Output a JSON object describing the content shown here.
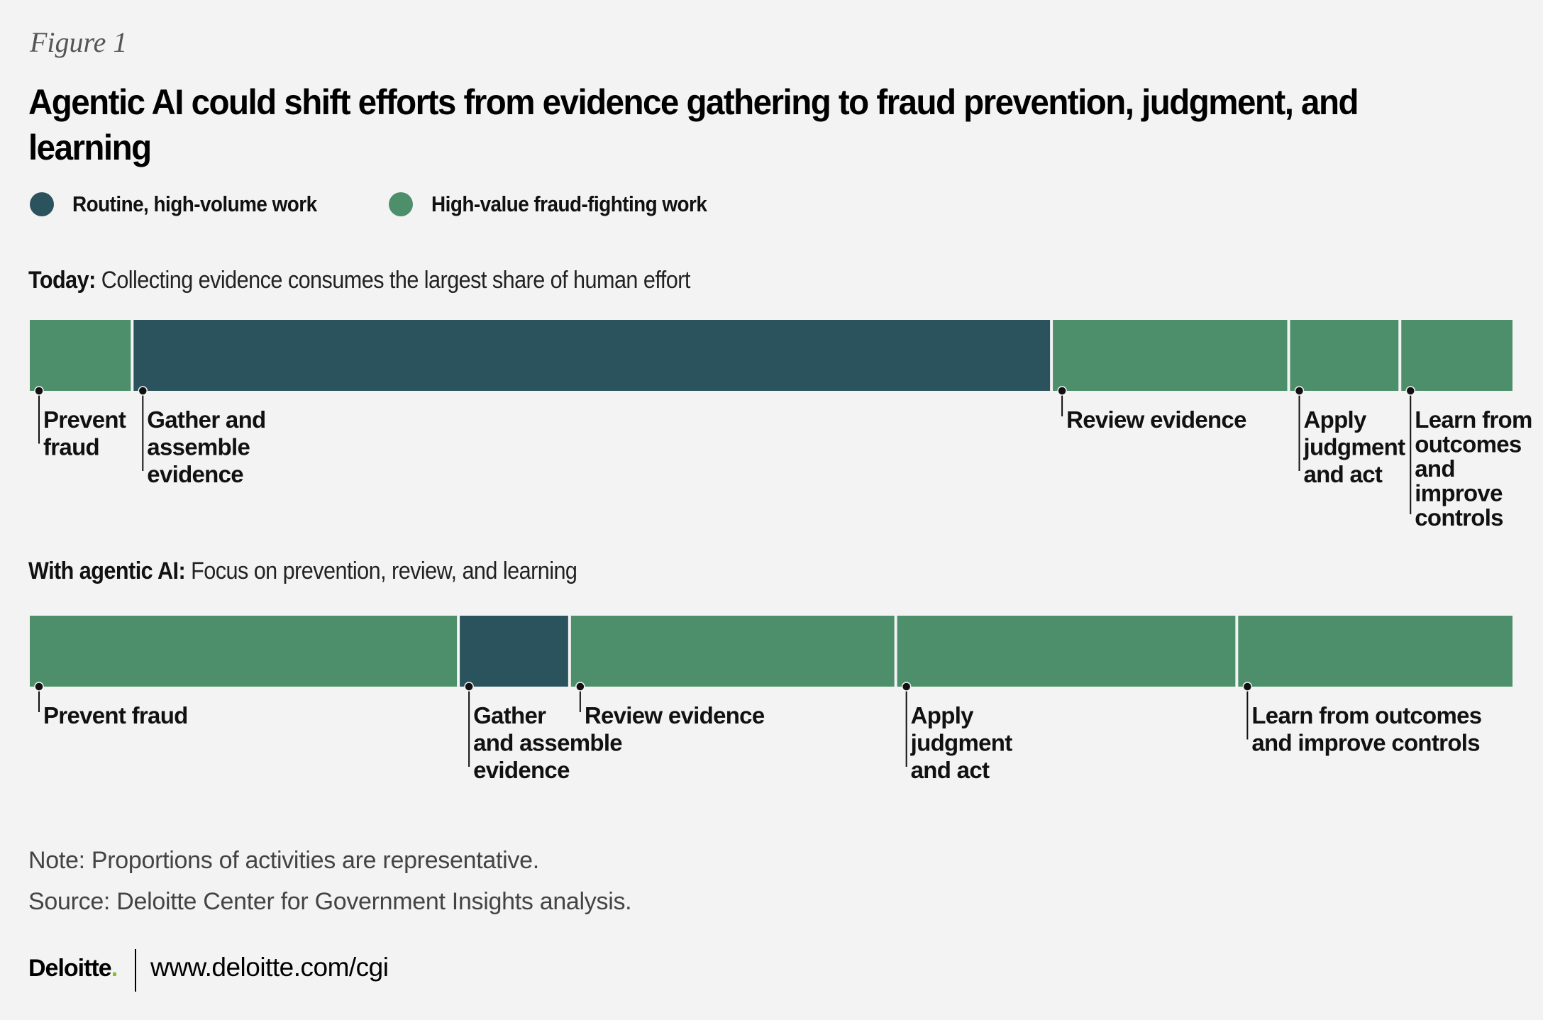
{
  "figure_label": "Figure 1",
  "colors": {
    "routine": "#2b535d",
    "high_value": "#4e8f6b",
    "background": "#f3f3f3"
  },
  "legend": [
    {
      "label": "Routine, high-volume work",
      "color_key": "routine"
    },
    {
      "label": "High-value fraud-fighting work",
      "color_key": "high_value"
    }
  ],
  "sections": {
    "today": {
      "bold": "Today:",
      "text": " Collecting evidence consumes the largest share of human effort"
    },
    "agentic": {
      "bold": "With agentic AI:",
      "text": " Focus on prevention, review, and learning"
    }
  },
  "note": "Note: Proportions of activities are representative.",
  "source": "Source: Deloitte Center for Government Insights analysis.",
  "brand": {
    "logo": "Deloitte",
    "logo_dot": ".",
    "url": "www.deloitte.com/cgi"
  },
  "chart_data": [
    {
      "type": "bar",
      "title": "Agentic AI could shift efforts from evidence gathering to fraud prevention, judgment, and learning",
      "subtitle": "Today: Collecting evidence consumes the largest share of human effort",
      "categories": [
        "Prevent fraud",
        "Gather and assemble evidence",
        "Review evidence",
        "Apply judgment and act",
        "Learn from outcomes and improve controls"
      ],
      "labels": [
        [
          "Prevent",
          "fraud"
        ],
        [
          "Gather and",
          "assemble",
          "evidence"
        ],
        [
          "Review evidence"
        ],
        [
          "Apply",
          "judgment",
          "and act"
        ],
        [
          "Learn from",
          "outcomes",
          "and",
          "improve",
          "controls"
        ]
      ],
      "values": [
        7,
        62,
        16,
        7.5,
        7.5
      ],
      "kinds": [
        "high_value",
        "routine",
        "high_value",
        "high_value",
        "high_value"
      ],
      "units": "percent of human effort"
    },
    {
      "type": "bar",
      "title": "Agentic AI could shift efforts from evidence gathering to fraud prevention, judgment, and learning",
      "subtitle": "With agentic AI: Focus on prevention, review, and learning",
      "categories": [
        "Prevent fraud",
        "Gather and assemble evidence",
        "Review evidence",
        "Apply judgment and act",
        "Learn from outcomes and improve controls"
      ],
      "labels": [
        [
          "Prevent fraud"
        ],
        [
          "Gather",
          "and assemble",
          "evidence"
        ],
        [
          "Review evidence"
        ],
        [
          "Apply",
          "judgment",
          "and act"
        ],
        [
          "Learn from outcomes",
          "and improve controls"
        ]
      ],
      "values": [
        29,
        7.5,
        22,
        23,
        18.5
      ],
      "kinds": [
        "high_value",
        "routine",
        "high_value",
        "high_value",
        "high_value"
      ],
      "units": "percent of human effort"
    }
  ]
}
